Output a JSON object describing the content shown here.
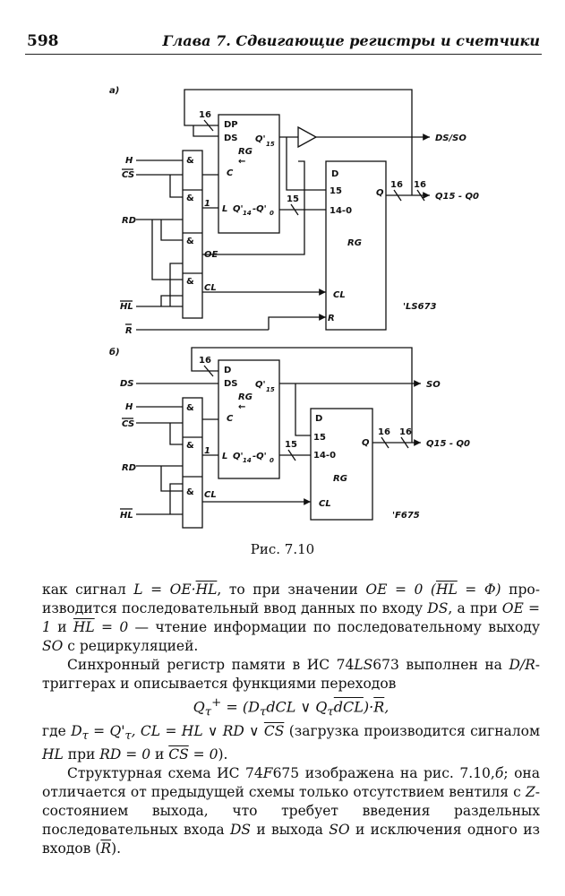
{
  "header": {
    "page_number": "598",
    "chapter_title": "Глава 7.  Сдвигающие регистры и счетчики"
  },
  "figure": {
    "caption": "Рис. 7.10",
    "panel_a": {
      "label": "а)",
      "chip_name": "'LS673",
      "inputs": [
        "H",
        "CS",
        "RD",
        "HL",
        "R"
      ],
      "outputs": [
        "DS/SO",
        "Q15 - Q0"
      ],
      "bus_widths": [
        "16",
        "16",
        "15",
        "16"
      ]
    },
    "panel_b": {
      "label": "б)",
      "chip_name": "'F675",
      "inputs": [
        "DS",
        "H",
        "CS",
        "RD",
        "HL"
      ],
      "outputs": [
        "SO",
        "Q15 - Q0"
      ],
      "bus_widths": [
        "16",
        "15",
        "16",
        "16"
      ]
    }
  },
  "body": {
    "p1_a": "как сигнал ",
    "p1_b": ", то при значении ",
    "p1_c": " про­изводится последовательный ввод данных по входу ",
    "p1_d": ", а при ",
    "p1_e": " и ",
    "p1_f": " — чтение информации по последовательному выходу ",
    "p1_g": " с рециркуляцией.",
    "p2_a": "Синхронный регистр памяти в ИС 74",
    "p2_b": "673 выполнен на ",
    "p2_c": "-триггерах и описывается функциями переходов",
    "p3_a": "где ",
    "p3_b": " (загрузка производится сигналом ",
    "p3_c": " при ",
    "p3_d": " и ",
    "p3_e": ").",
    "p4_a": "Структурная схема ИС 74",
    "p4_b": "675 изображена на рис. 7.10,",
    "p4_c": "; она отличается от предыдущей схемы только отсутствием вен­тиля с ",
    "p4_d": "-состоянием выхода, что требует введения раздельных последовательных входа ",
    "p4_e": " и выхода ",
    "p4_f": " и исключения одного из входов (",
    "p4_g": ")."
  }
}
